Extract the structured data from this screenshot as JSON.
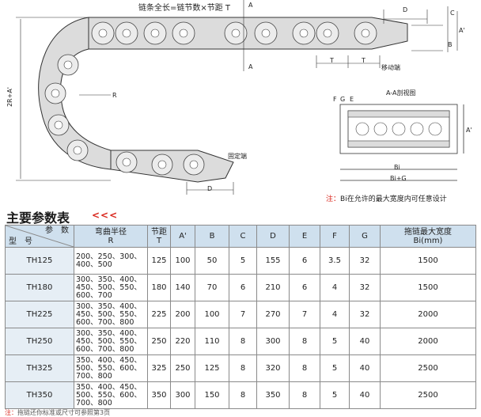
{
  "diagram": {
    "formula": "链条全长=链节数×节距 T",
    "label_a_top": "A",
    "label_a_bottom": "A",
    "label_d_top": "D",
    "label_c": "C",
    "label_b": "B",
    "label_a_prime_right": "A'",
    "label_t1": "T",
    "label_t2": "T",
    "label_moving_end": "移动端",
    "label_fixed_end": "固定端",
    "label_r": "R",
    "label_2r": "2R+A'",
    "label_d_bottom": "D",
    "section_title": "A-A剖视图",
    "label_f": "F",
    "label_g": "G",
    "label_e": "E",
    "label_a_prime_section": "A'",
    "label_bi": "Bi",
    "label_bi_g": "Bi+G",
    "note_star": "注：",
    "note_text": "Bi在允许的最大宽度内可任意设计"
  },
  "section": {
    "title": "主要参数表",
    "arrows": "<<<"
  },
  "table": {
    "header_params": "参　数",
    "header_model": "型　号",
    "columns": [
      "弯曲半径\nR",
      "节距\nT",
      "A'",
      "B",
      "C",
      "D",
      "E",
      "F",
      "G",
      "拖链最大宽度\nBi(mm)"
    ],
    "rows": [
      {
        "model": "TH125",
        "radius": "200、250、300、400、500",
        "T": "125",
        "A": "100",
        "B": "50",
        "C": "5",
        "D": "155",
        "E": "6",
        "F": "3.5",
        "G": "32",
        "Bi": "1500"
      },
      {
        "model": "TH180",
        "radius": "300、350、400、450、500、550、600、700",
        "T": "180",
        "A": "140",
        "B": "70",
        "C": "6",
        "D": "210",
        "E": "6",
        "F": "4",
        "G": "32",
        "Bi": "1500"
      },
      {
        "model": "TH225",
        "radius": "300、350、400、450、500、550、600、700、800",
        "T": "225",
        "A": "200",
        "B": "100",
        "C": "7",
        "D": "270",
        "E": "7",
        "F": "4",
        "G": "32",
        "Bi": "2000"
      },
      {
        "model": "TH250",
        "radius": "300、350、400、450、500、550、600、700、800",
        "T": "250",
        "A": "220",
        "B": "110",
        "C": "8",
        "D": "300",
        "E": "8",
        "F": "5",
        "G": "40",
        "Bi": "2000"
      },
      {
        "model": "TH325",
        "radius": "350、400、450、500、550、600、700、800",
        "T": "325",
        "A": "250",
        "B": "125",
        "C": "8",
        "D": "320",
        "E": "8",
        "F": "5",
        "G": "40",
        "Bi": "2500"
      },
      {
        "model": "TH350",
        "radius": "350、400、450、500、550、600、700、800",
        "T": "350",
        "A": "300",
        "B": "150",
        "C": "8",
        "D": "350",
        "E": "8",
        "F": "5",
        "G": "40",
        "Bi": "2500"
      }
    ]
  },
  "footnote": {
    "star": "注：",
    "text": "拖链还你标准或尺寸可参照第3页"
  }
}
